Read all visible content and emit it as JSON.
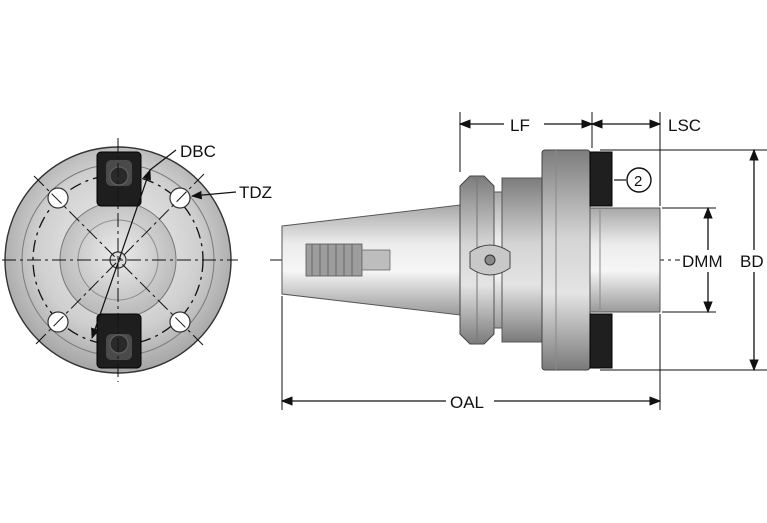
{
  "diagram": {
    "front_view": {
      "labels": {
        "dbc": "DBC",
        "tdz": "TDZ"
      }
    },
    "side_view": {
      "labels": {
        "lf": "LF",
        "lsc": "LSC",
        "dmm": "DMM",
        "bd": "BD",
        "oal": "OAL",
        "callout": "2"
      }
    },
    "colors": {
      "line": "#111111",
      "metal_dark": "#8a8a8a",
      "metal_mid": "#b8b8b8",
      "metal_light": "#e2e2e2",
      "key_dark": "#1c1c1c",
      "hole_fill": "#9c9c9c"
    }
  }
}
